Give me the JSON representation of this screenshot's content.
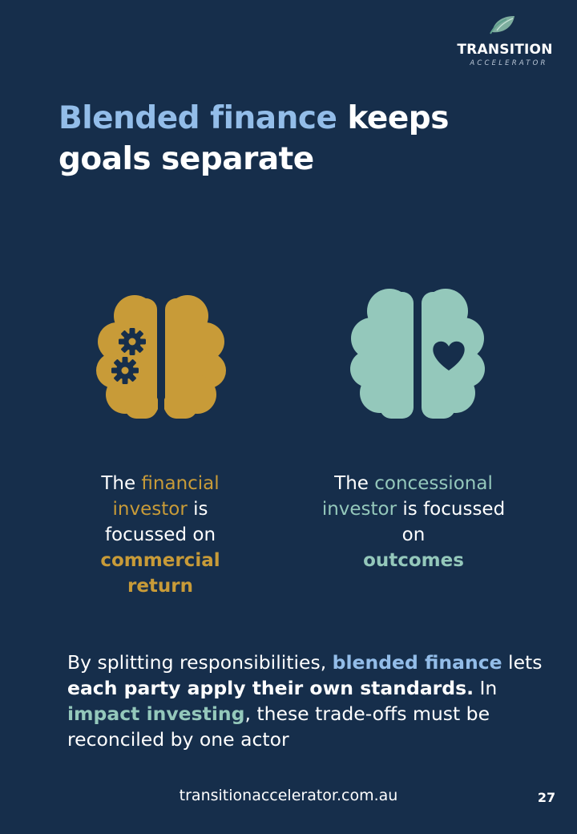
{
  "colors": {
    "background": "#162e4b",
    "accent_blue": "#93bde9",
    "financial_gold": "#c89b38",
    "concessional_teal": "#94c8bb",
    "text": "#ffffff"
  },
  "logo": {
    "name": "TRANSITION",
    "sub": "ACCELERATOR",
    "icon": "leaf-icon"
  },
  "title": {
    "highlight": "Blended finance",
    "rest_line1": " keeps",
    "rest_line2": "goals separate"
  },
  "financial": {
    "icon": "brain-gears-icon",
    "pre": "The ",
    "highlight": "financial investor",
    "mid": " is focussed on ",
    "emphasis": "commercial return"
  },
  "concessional": {
    "icon": "brain-heart-icon",
    "pre": "The ",
    "highlight": "concessional investor",
    "mid": " is focussed on ",
    "emphasis": "outcomes"
  },
  "body": {
    "part1": "By splitting responsibilities, ",
    "part2_blue": "blended finance",
    "part3": " lets ",
    "part4_bold": "each party apply their own standards.",
    "part5": " In ",
    "part6_teal": "impact investing",
    "part7": ", these trade-offs must be reconciled by one actor"
  },
  "footer": {
    "url": "transitionaccelerator.com.au",
    "page": "27"
  }
}
